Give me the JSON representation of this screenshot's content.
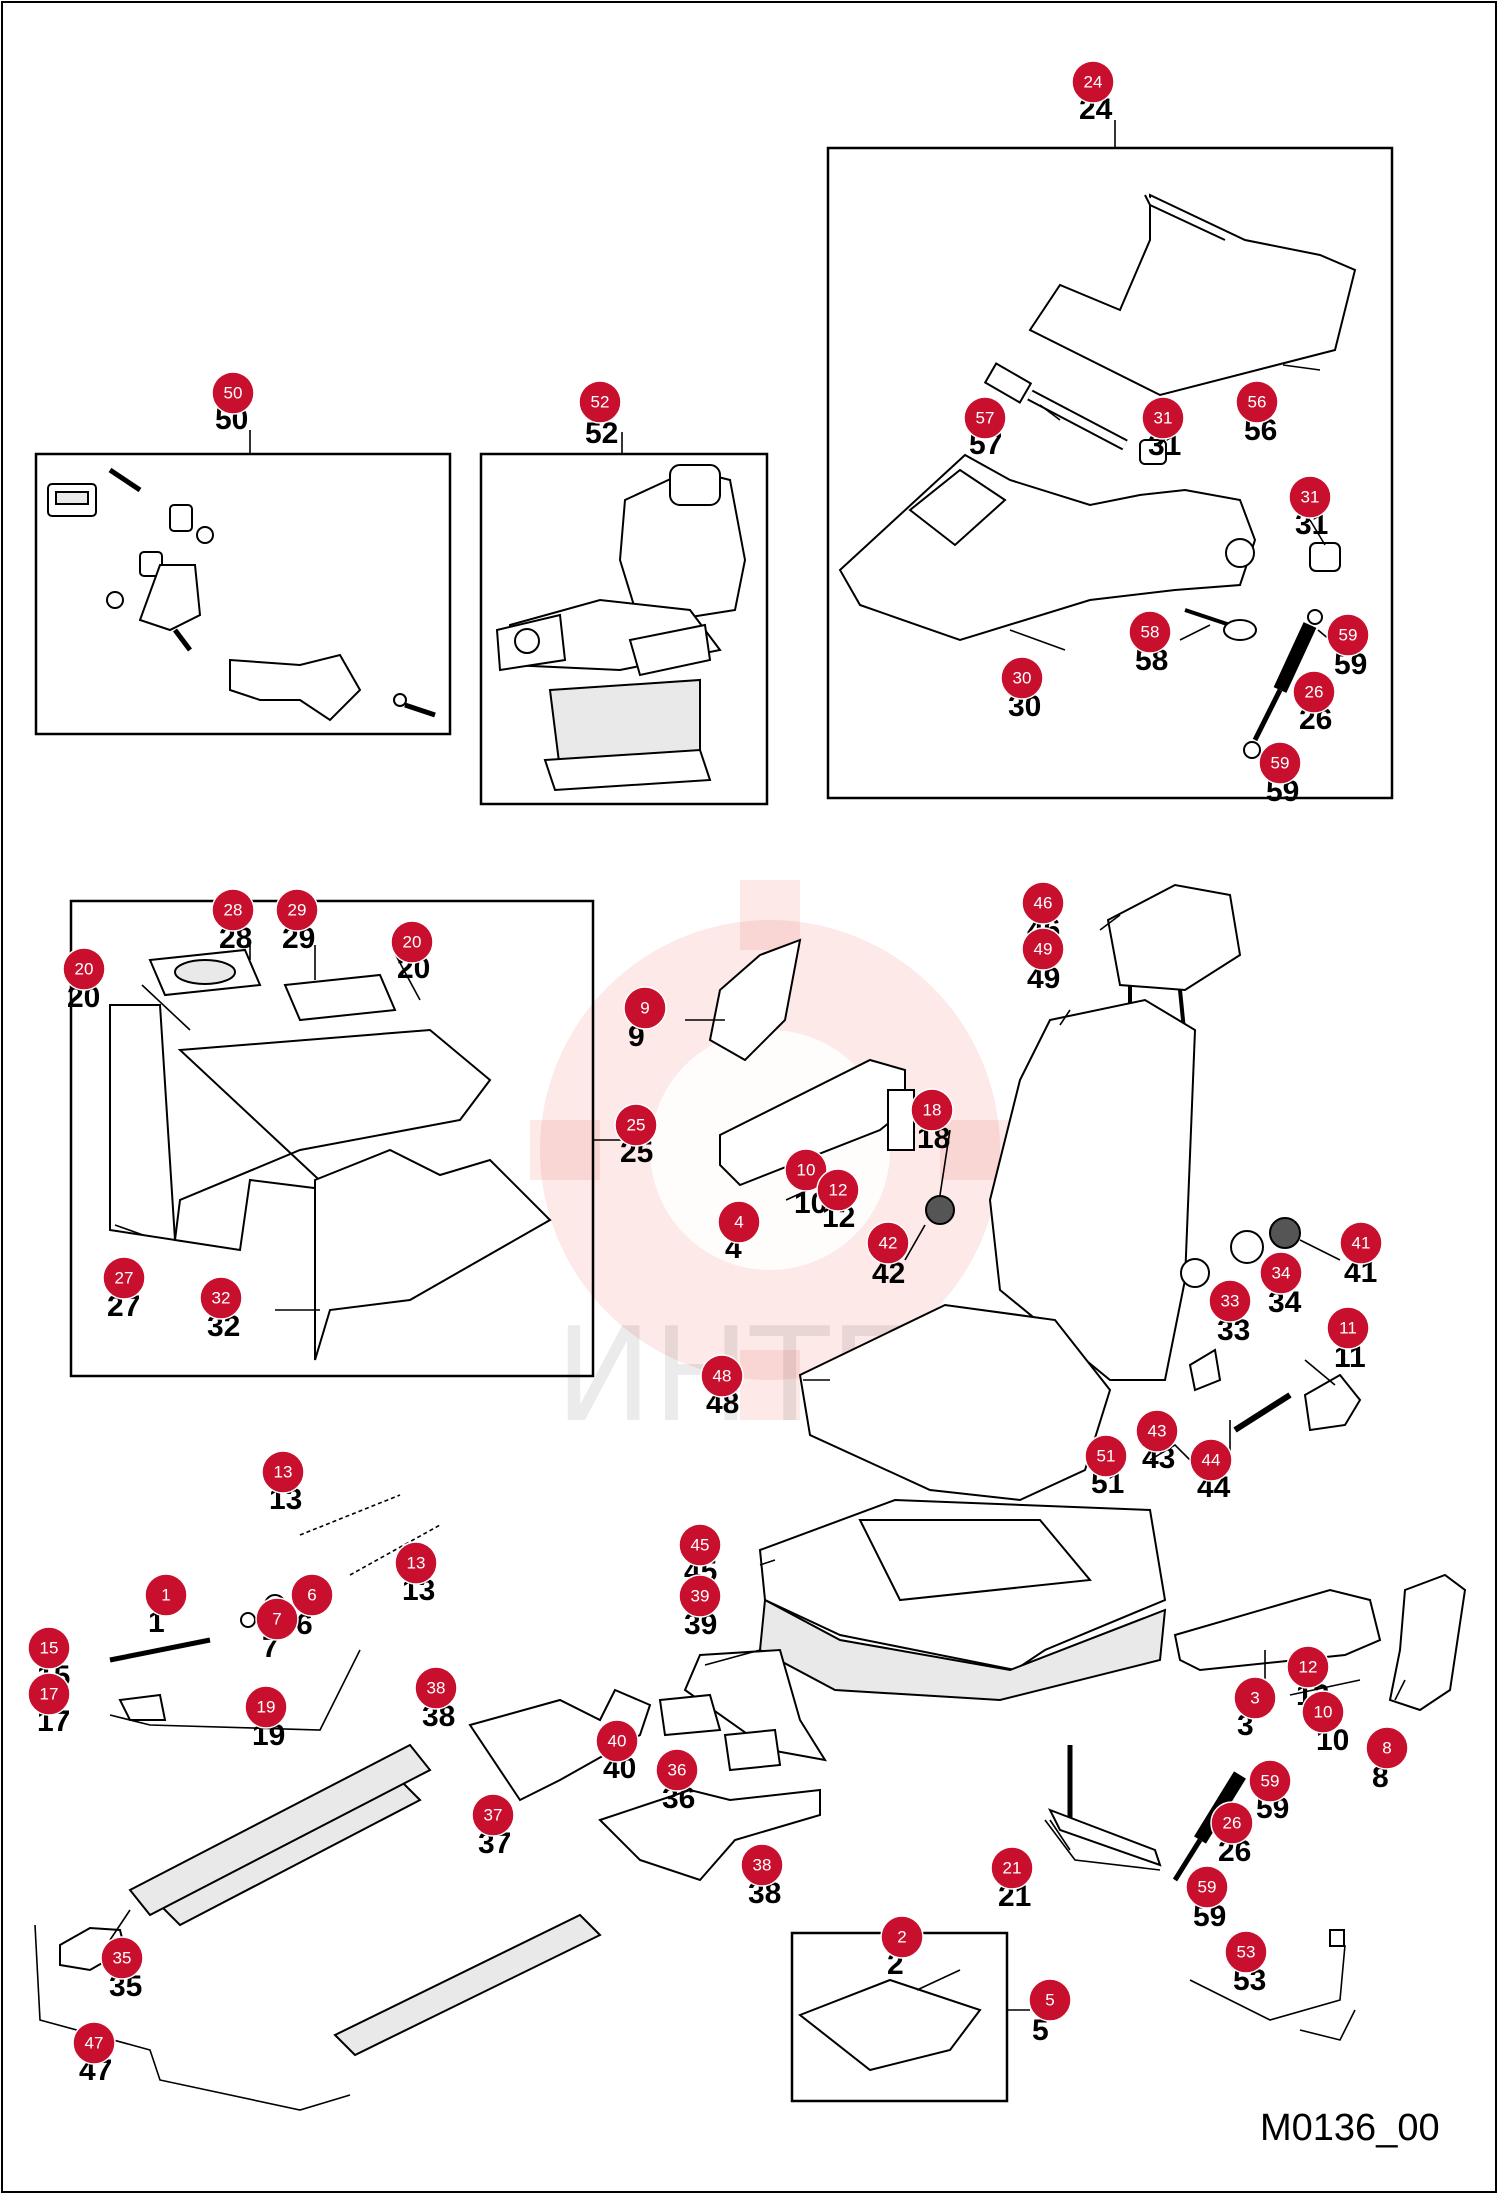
{
  "drawing_code": "M0136_00",
  "watermark": "ИНТЕХ",
  "callouts": [
    {
      "id": "c24",
      "number": "24"
    },
    {
      "id": "c50",
      "number": "50"
    },
    {
      "id": "c52",
      "number": "52"
    },
    {
      "id": "c57",
      "number": "57"
    },
    {
      "id": "c31a",
      "number": "31"
    },
    {
      "id": "c56",
      "number": "56"
    },
    {
      "id": "c31b",
      "number": "31"
    },
    {
      "id": "c58",
      "number": "58"
    },
    {
      "id": "c30",
      "number": "30"
    },
    {
      "id": "c59a",
      "number": "59"
    },
    {
      "id": "c26a",
      "number": "26"
    },
    {
      "id": "c59b",
      "number": "59"
    },
    {
      "id": "c28",
      "number": "28"
    },
    {
      "id": "c29",
      "number": "29"
    },
    {
      "id": "c20a",
      "number": "20"
    },
    {
      "id": "c20b",
      "number": "20"
    },
    {
      "id": "c25",
      "number": "25"
    },
    {
      "id": "c27",
      "number": "27"
    },
    {
      "id": "c32",
      "number": "32"
    },
    {
      "id": "c46",
      "number": "46"
    },
    {
      "id": "c49",
      "number": "49"
    },
    {
      "id": "c9",
      "number": "9"
    },
    {
      "id": "c18",
      "number": "18"
    },
    {
      "id": "c10a",
      "number": "10"
    },
    {
      "id": "c12a",
      "number": "12"
    },
    {
      "id": "c4",
      "number": "4"
    },
    {
      "id": "c42",
      "number": "42"
    },
    {
      "id": "c41",
      "number": "41"
    },
    {
      "id": "c34",
      "number": "34"
    },
    {
      "id": "c33",
      "number": "33"
    },
    {
      "id": "c11",
      "number": "11"
    },
    {
      "id": "c48",
      "number": "48"
    },
    {
      "id": "c43",
      "number": "43"
    },
    {
      "id": "c51",
      "number": "51"
    },
    {
      "id": "c44",
      "number": "44"
    },
    {
      "id": "c13a",
      "number": "13"
    },
    {
      "id": "c13b",
      "number": "13"
    },
    {
      "id": "c45",
      "number": "45"
    },
    {
      "id": "c39",
      "number": "39"
    },
    {
      "id": "c1",
      "number": "1"
    },
    {
      "id": "c6",
      "number": "6"
    },
    {
      "id": "c7",
      "number": "7"
    },
    {
      "id": "c15",
      "number": "15"
    },
    {
      "id": "c17",
      "number": "17"
    },
    {
      "id": "c19",
      "number": "19"
    },
    {
      "id": "c38a",
      "number": "38"
    },
    {
      "id": "c40",
      "number": "40"
    },
    {
      "id": "c36",
      "number": "36"
    },
    {
      "id": "c37",
      "number": "37"
    },
    {
      "id": "c38b",
      "number": "38"
    },
    {
      "id": "c3",
      "number": "3"
    },
    {
      "id": "c12b",
      "number": "12"
    },
    {
      "id": "c10b",
      "number": "10"
    },
    {
      "id": "c8",
      "number": "8"
    },
    {
      "id": "c59c",
      "number": "59"
    },
    {
      "id": "c26b",
      "number": "26"
    },
    {
      "id": "c21",
      "number": "21"
    },
    {
      "id": "c59d",
      "number": "59"
    },
    {
      "id": "c35",
      "number": "35"
    },
    {
      "id": "c2",
      "number": "2"
    },
    {
      "id": "c5",
      "number": "5"
    },
    {
      "id": "c53",
      "number": "53"
    },
    {
      "id": "c47",
      "number": "47"
    }
  ]
}
